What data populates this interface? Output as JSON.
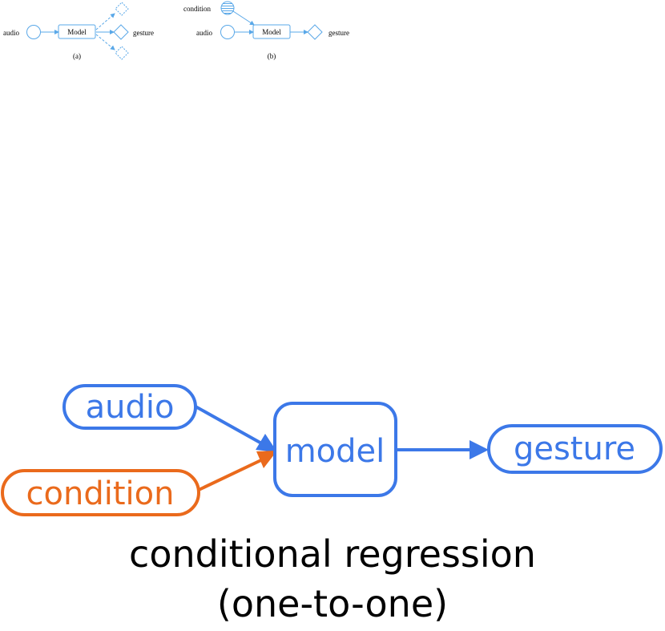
{
  "top_panels": {
    "panel_a": {
      "input_label": "audio",
      "model_label": "Model",
      "output_label": "gesture",
      "caption": "(a)"
    },
    "panel_b": {
      "condition_label": "condition",
      "input_label": "audio",
      "model_label": "Model",
      "output_label": "gesture",
      "caption": "(b)"
    }
  },
  "main_diagram": {
    "audio_label": "audio",
    "condition_label": "condition",
    "model_label": "model",
    "gesture_label": "gesture",
    "caption_line1": "conditional regression",
    "caption_line2": "(one-to-one)"
  },
  "colors": {
    "blue": "#3c78e8",
    "orange": "#ea6a1c",
    "light_blue": "#5aa8e8"
  }
}
